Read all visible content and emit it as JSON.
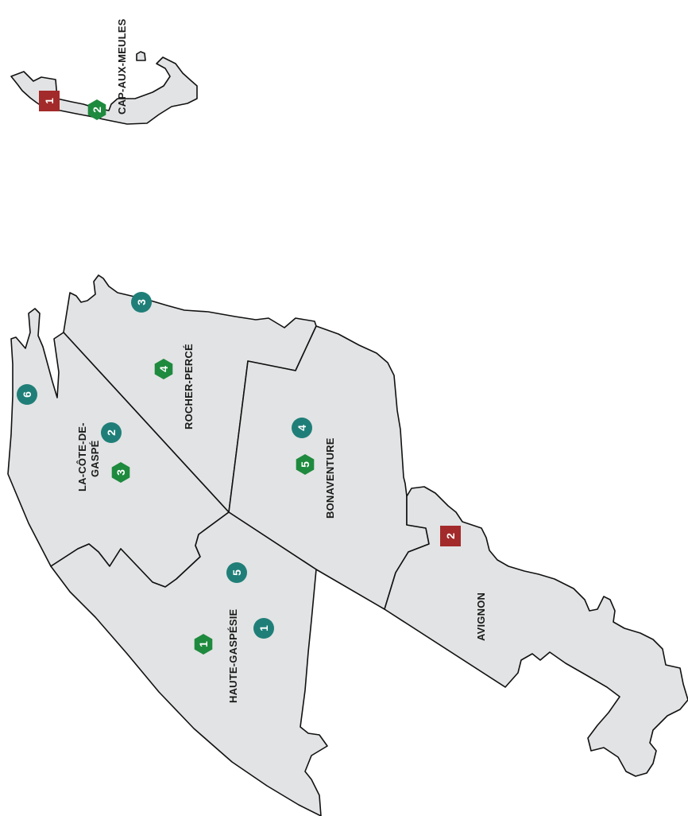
{
  "colors": {
    "land": "#e2e3e4",
    "border": "#111111",
    "circle_marker": "#1f7f78",
    "hexagon_marker": "#1e8a3e",
    "square_marker": "#a32a2a"
  },
  "regions": [
    {
      "id": "cap-aux-meules",
      "label": "CAP-AUX-MEULES"
    },
    {
      "id": "rocher-perce",
      "label": "ROCHER-PERCÉ"
    },
    {
      "id": "la-cote-de-gaspe",
      "label_line1": "LA-CÔTE-DE-",
      "label_line2": "GASPÉ"
    },
    {
      "id": "bonaventure",
      "label": "BONAVENTURE"
    },
    {
      "id": "haute-gaspesie",
      "label": "HAUTE-GASPÉSIE"
    },
    {
      "id": "avignon",
      "label": "AVIGNON"
    }
  ],
  "markers": {
    "circles": [
      "1",
      "2",
      "3",
      "4",
      "5",
      "6"
    ],
    "hexagons": [
      "1",
      "2",
      "3",
      "4",
      "5"
    ],
    "squares": [
      "1",
      "2"
    ]
  }
}
